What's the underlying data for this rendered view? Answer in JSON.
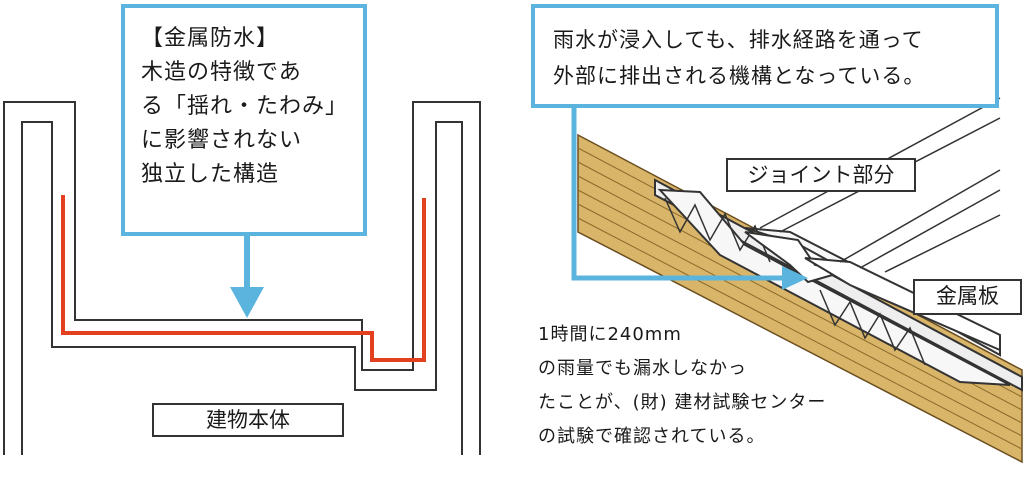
{
  "left_callout": {
    "lines": [
      "【金属防水】",
      "木造の特徴であ",
      "る「揺れ・たわみ」",
      "に影響されない",
      "独立した構造"
    ]
  },
  "right_callout": {
    "lines": [
      "雨水が浸入しても、排水経路を通って",
      "外部に排出される機構となっている。"
    ]
  },
  "labels": {
    "building_body": "建物本体",
    "joint": "ジョイント部分",
    "metal_plate": "金属板"
  },
  "test_note": {
    "lines": [
      "1時間に240mm",
      "の雨量でも漏水しなかっ",
      "たことが、(財) 建材試験センター",
      "の試験で確認されている。"
    ]
  },
  "colors": {
    "callout_border": "#5bb4dd",
    "arrow": "#5bb4dd",
    "waterproof_line": "#e2401f",
    "wood": "#d9b56a",
    "outline": "#333333"
  },
  "icons": {
    "down_arrow": "arrow-down-icon",
    "right_arrow": "arrow-right-icon"
  }
}
